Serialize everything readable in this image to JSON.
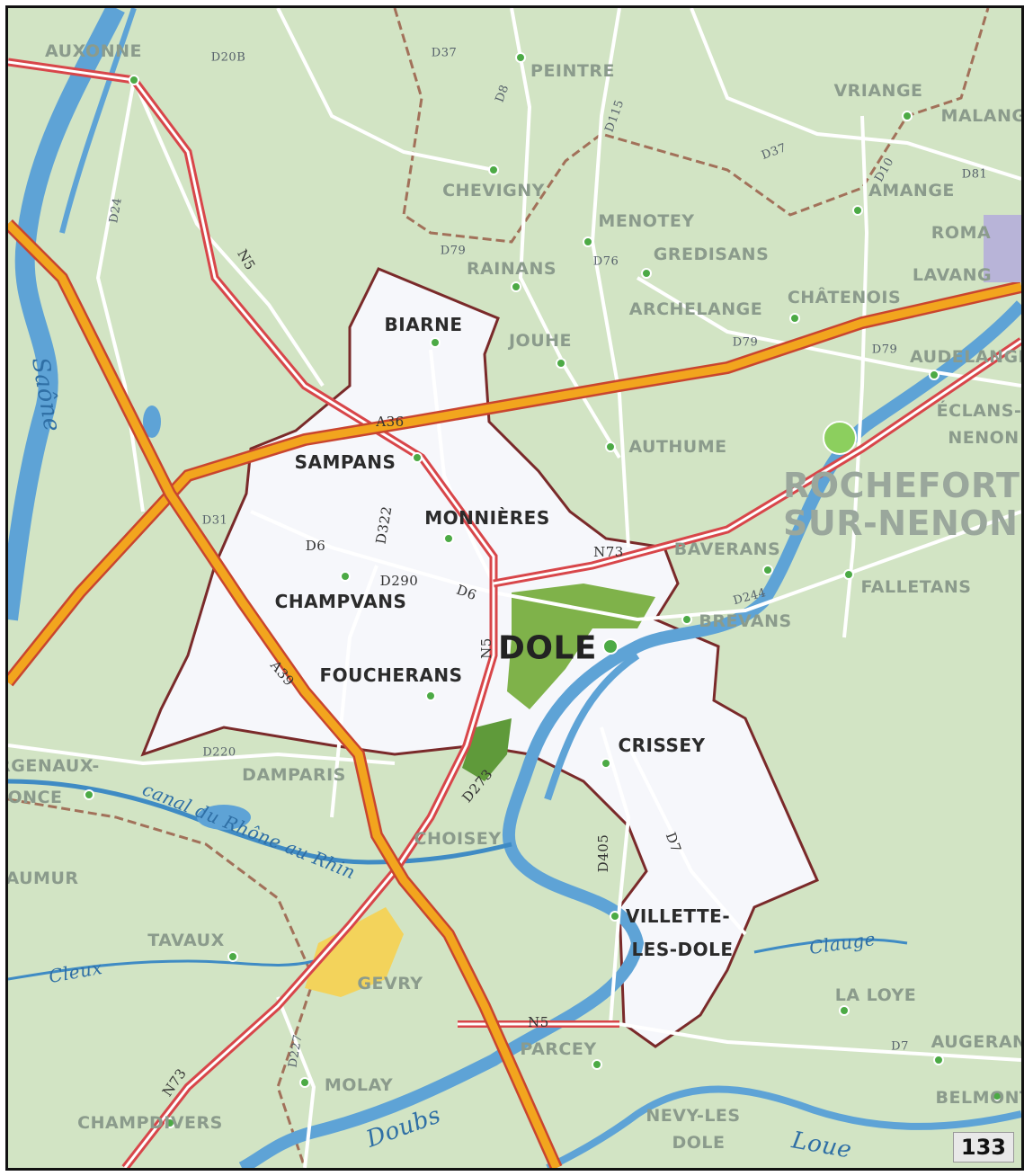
{
  "page_number": "133",
  "colors": {
    "land": "#d2e4c4",
    "canton": "#f6f7fb",
    "canton_border": "#7a2a2a",
    "water": "#5ea3d6",
    "motorway": "#f2a51e",
    "national_road": "#d8464a",
    "minor_road": "#ffffff",
    "forest": "#7fb24a",
    "industry": "#f3d35b",
    "dept_border": "#a2715a"
  },
  "places": {
    "villages": [
      {
        "id": "auxonne",
        "name": "AUXONNE"
      },
      {
        "id": "peintre",
        "name": "PEINTRE"
      },
      {
        "id": "vriange",
        "name": "VRIANGE"
      },
      {
        "id": "malange",
        "name": "MALANG"
      },
      {
        "id": "chevigny",
        "name": "CHEVIGNY"
      },
      {
        "id": "amange",
        "name": "AMANGE"
      },
      {
        "id": "menotey",
        "name": "MENOTEY"
      },
      {
        "id": "roma",
        "name": "ROMA"
      },
      {
        "id": "gredisans",
        "name": "GREDISANS"
      },
      {
        "id": "rainans",
        "name": "RAINANS"
      },
      {
        "id": "lavang",
        "name": "LAVANG"
      },
      {
        "id": "archelange",
        "name": "ARCHELANGE"
      },
      {
        "id": "chatenois",
        "name": "CHÂTENOIS"
      },
      {
        "id": "jouhe",
        "name": "JOUHE"
      },
      {
        "id": "audelange",
        "name": "AUDELANGE"
      },
      {
        "id": "eclans",
        "name": "ÉCLANS-"
      },
      {
        "id": "nenon",
        "name": "NENON"
      },
      {
        "id": "authume",
        "name": "AUTHUME"
      },
      {
        "id": "baverans",
        "name": "BAVERANS"
      },
      {
        "id": "falletans",
        "name": "FALLETANS"
      },
      {
        "id": "brevans",
        "name": "BREVANS"
      },
      {
        "id": "damparis",
        "name": "DAMPARIS"
      },
      {
        "id": "sergenaux",
        "name": "RGENAUX-"
      },
      {
        "id": "lonce",
        "name": "ONCE"
      },
      {
        "id": "choisey",
        "name": "CHOISEY"
      },
      {
        "id": "aumur",
        "name": "AUMUR"
      },
      {
        "id": "tavaux",
        "name": "TAVAUX"
      },
      {
        "id": "gevry",
        "name": "GEVRY"
      },
      {
        "id": "laloye",
        "name": "LA LOYE"
      },
      {
        "id": "parcey",
        "name": "PARCEY"
      },
      {
        "id": "augerans",
        "name": "AUGERAN"
      },
      {
        "id": "molay",
        "name": "MOLAY"
      },
      {
        "id": "belmont",
        "name": "BELMONT"
      },
      {
        "id": "champdivers",
        "name": "CHAMPDIVERS"
      },
      {
        "id": "nevy",
        "name": "NEVY-LES"
      },
      {
        "id": "nevydole",
        "name": "DOLE"
      }
    ],
    "communes": [
      {
        "id": "biarne",
        "name": "BIARNE"
      },
      {
        "id": "sampans",
        "name": "SAMPANS"
      },
      {
        "id": "monnieres",
        "name": "MONNIÈRES"
      },
      {
        "id": "champvans",
        "name": "CHAMPVANS"
      },
      {
        "id": "foucherans",
        "name": "FOUCHERANS"
      },
      {
        "id": "crissey",
        "name": "CRISSEY"
      },
      {
        "id": "villette1",
        "name": "VILLETTE-"
      },
      {
        "id": "villette2",
        "name": "LES-DOLE"
      }
    ],
    "chef_lieu": {
      "name": "DOLE"
    },
    "big_town": {
      "line1": "ROCHEFORT",
      "line2": "SUR-NENON"
    }
  },
  "roads": [
    {
      "id": "d20b",
      "label": "D20B"
    },
    {
      "id": "d37",
      "label": "D37"
    },
    {
      "id": "d8",
      "label": "D8"
    },
    {
      "id": "d115",
      "label": "D115"
    },
    {
      "id": "d10",
      "label": "D10"
    },
    {
      "id": "d81",
      "label": "D81"
    },
    {
      "id": "d24",
      "label": "D24"
    },
    {
      "id": "d79",
      "label": "D79"
    },
    {
      "id": "d76",
      "label": "D76"
    },
    {
      "id": "d79b",
      "label": "D79"
    },
    {
      "id": "d79c",
      "label": "D79"
    },
    {
      "id": "d37b",
      "label": "D37"
    },
    {
      "id": "n5",
      "label": "N5"
    },
    {
      "id": "a36",
      "label": "A36"
    },
    {
      "id": "d322",
      "label": "D322"
    },
    {
      "id": "d6",
      "label": "D6"
    },
    {
      "id": "d290",
      "label": "D290"
    },
    {
      "id": "d6b",
      "label": "D6"
    },
    {
      "id": "d31",
      "label": "D31"
    },
    {
      "id": "n73",
      "label": "N73"
    },
    {
      "id": "n5b",
      "label": "N5"
    },
    {
      "id": "a39",
      "label": "A39"
    },
    {
      "id": "d220",
      "label": "D220"
    },
    {
      "id": "d273",
      "label": "D273"
    },
    {
      "id": "d405",
      "label": "D405"
    },
    {
      "id": "d7",
      "label": "D7"
    },
    {
      "id": "d244",
      "label": "D244"
    },
    {
      "id": "n5c",
      "label": "N5"
    },
    {
      "id": "d7b",
      "label": "D7"
    },
    {
      "id": "d227",
      "label": "D227"
    },
    {
      "id": "n73b",
      "label": "N73"
    }
  ],
  "water": [
    {
      "id": "saone",
      "label": "Saône"
    },
    {
      "id": "canal",
      "label": "canal du Rhône au Rhin"
    },
    {
      "id": "doubs",
      "label": "Doubs"
    },
    {
      "id": "loue",
      "label": "Loue"
    },
    {
      "id": "cleux",
      "label": "Cleux"
    },
    {
      "id": "clauge",
      "label": "Clauge"
    }
  ]
}
